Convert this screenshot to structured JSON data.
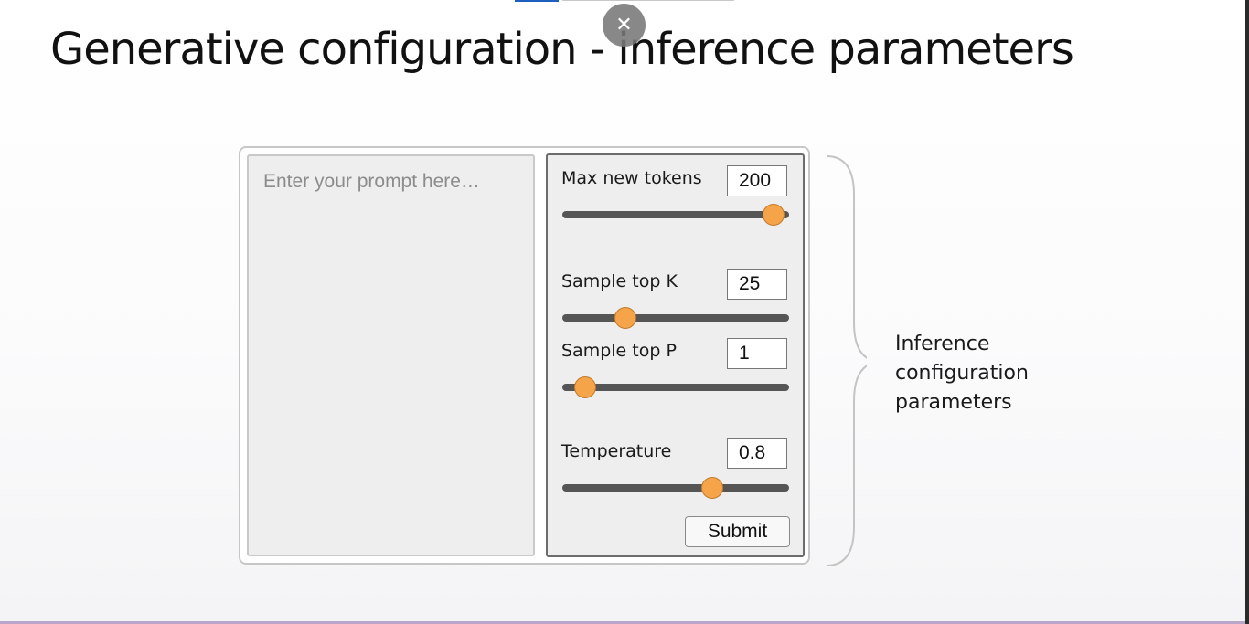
{
  "slide": {
    "title": "Generative configuration - inference parameters",
    "close_icon_glyph": "✕"
  },
  "prompt": {
    "placeholder": "Enter your prompt here…"
  },
  "parameters": [
    {
      "label": "Max new tokens",
      "value": "200",
      "slider_fraction": 0.93
    },
    {
      "label": "Sample top K",
      "value": "25",
      "slider_fraction": 0.28
    },
    {
      "label": "Sample top P",
      "value": "1",
      "slider_fraction": 0.1
    },
    {
      "label": "Temperature",
      "value": "0.8",
      "slider_fraction": 0.66
    }
  ],
  "submit_label": "Submit",
  "annotation": {
    "lines": [
      "Inference",
      "configuration",
      "parameters"
    ]
  },
  "colors": {
    "slider_thumb": "#f5a44a",
    "slider_track": "#555555",
    "panel_background": "#eeeeef",
    "close_button": "#7a7a7a"
  }
}
